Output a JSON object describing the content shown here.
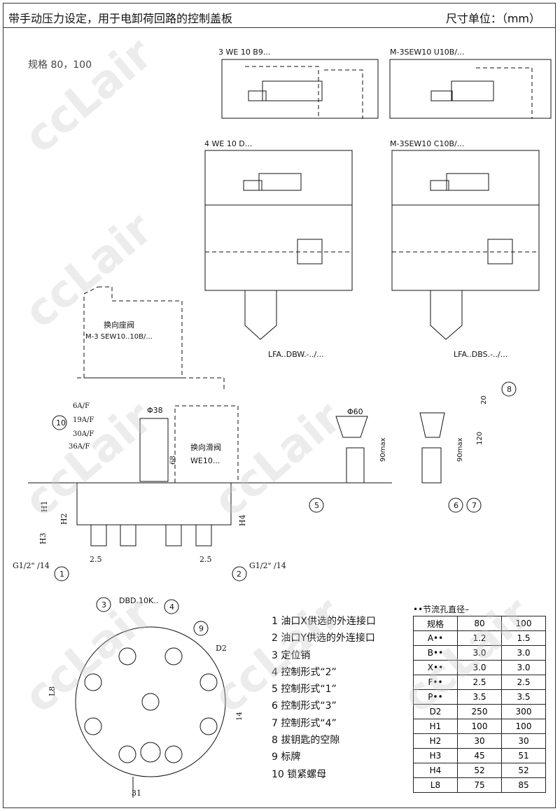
{
  "header": {
    "title": "带手动压力设定，用于电卸荷回路的控制盖板",
    "unit": "尺寸单位：（mm）"
  },
  "spec": "规格 80，100",
  "schematics": {
    "s1": "3 WE 10 B9...",
    "s2": "M-3SEW10 U10B/...",
    "s3": "4 WE 10 D...",
    "s4": "M-3SEW10 C10B/...",
    "lfa1": "LFA..DBW.-../...",
    "lfa2": "LFA..DBS.-../..."
  },
  "drawing": {
    "seat_valve": "换向座阀",
    "seat_model": "M-3 SEW10..10B/...",
    "slide_valve": "换向滑阀",
    "slide_model": "WE10...",
    "phi38": "Φ38",
    "phi60": "Φ60",
    "d68": "68",
    "d90a": "90max",
    "d90b": "90max",
    "d120": "120",
    "d20": "20",
    "c6a": "6A/F",
    "c19a": "19A/F",
    "c30a": "30A/F",
    "c36a": "36A/F",
    "g1": "G1/2\" /14",
    "g2": "G1/2\" /14",
    "d25a": "2.5",
    "d25b": "2.5",
    "dbd": "DBD.10K..",
    "h1": "H1",
    "h2": "H2",
    "h3": "H3",
    "h4": "H4",
    "l8": "L8",
    "d2": "D2",
    "d14": "14",
    "d31": "31"
  },
  "legend": [
    "1 油口X供选的外连接口",
    "2 油口Y供选的外连接口",
    "3 定位销",
    "4 控制形式“2”",
    "5 控制形式“1”",
    "6 控制形式“3”",
    "7 控制形式“4”",
    "8 拔钥匙的空隙",
    "9 标牌",
    "10 锁紧螺母"
  ],
  "table": {
    "caption": "••节流孔直径–",
    "rows": [
      [
        "规格",
        "80",
        "100"
      ],
      [
        "A••",
        "1.2",
        "1.5"
      ],
      [
        "B••",
        "3.0",
        "3.0"
      ],
      [
        "X••",
        "3.0",
        "3.0"
      ],
      [
        "F••",
        "2.5",
        "2.5"
      ],
      [
        "P••",
        "3.5",
        "3.5"
      ],
      [
        "D2",
        "250",
        "300"
      ],
      [
        "H1",
        "100",
        "100"
      ],
      [
        "H2",
        "30",
        "30"
      ],
      [
        "H3",
        "45",
        "51"
      ],
      [
        "H4",
        "52",
        "52"
      ],
      [
        "L8",
        "75",
        "85"
      ]
    ]
  },
  "watermark": "ccLair"
}
